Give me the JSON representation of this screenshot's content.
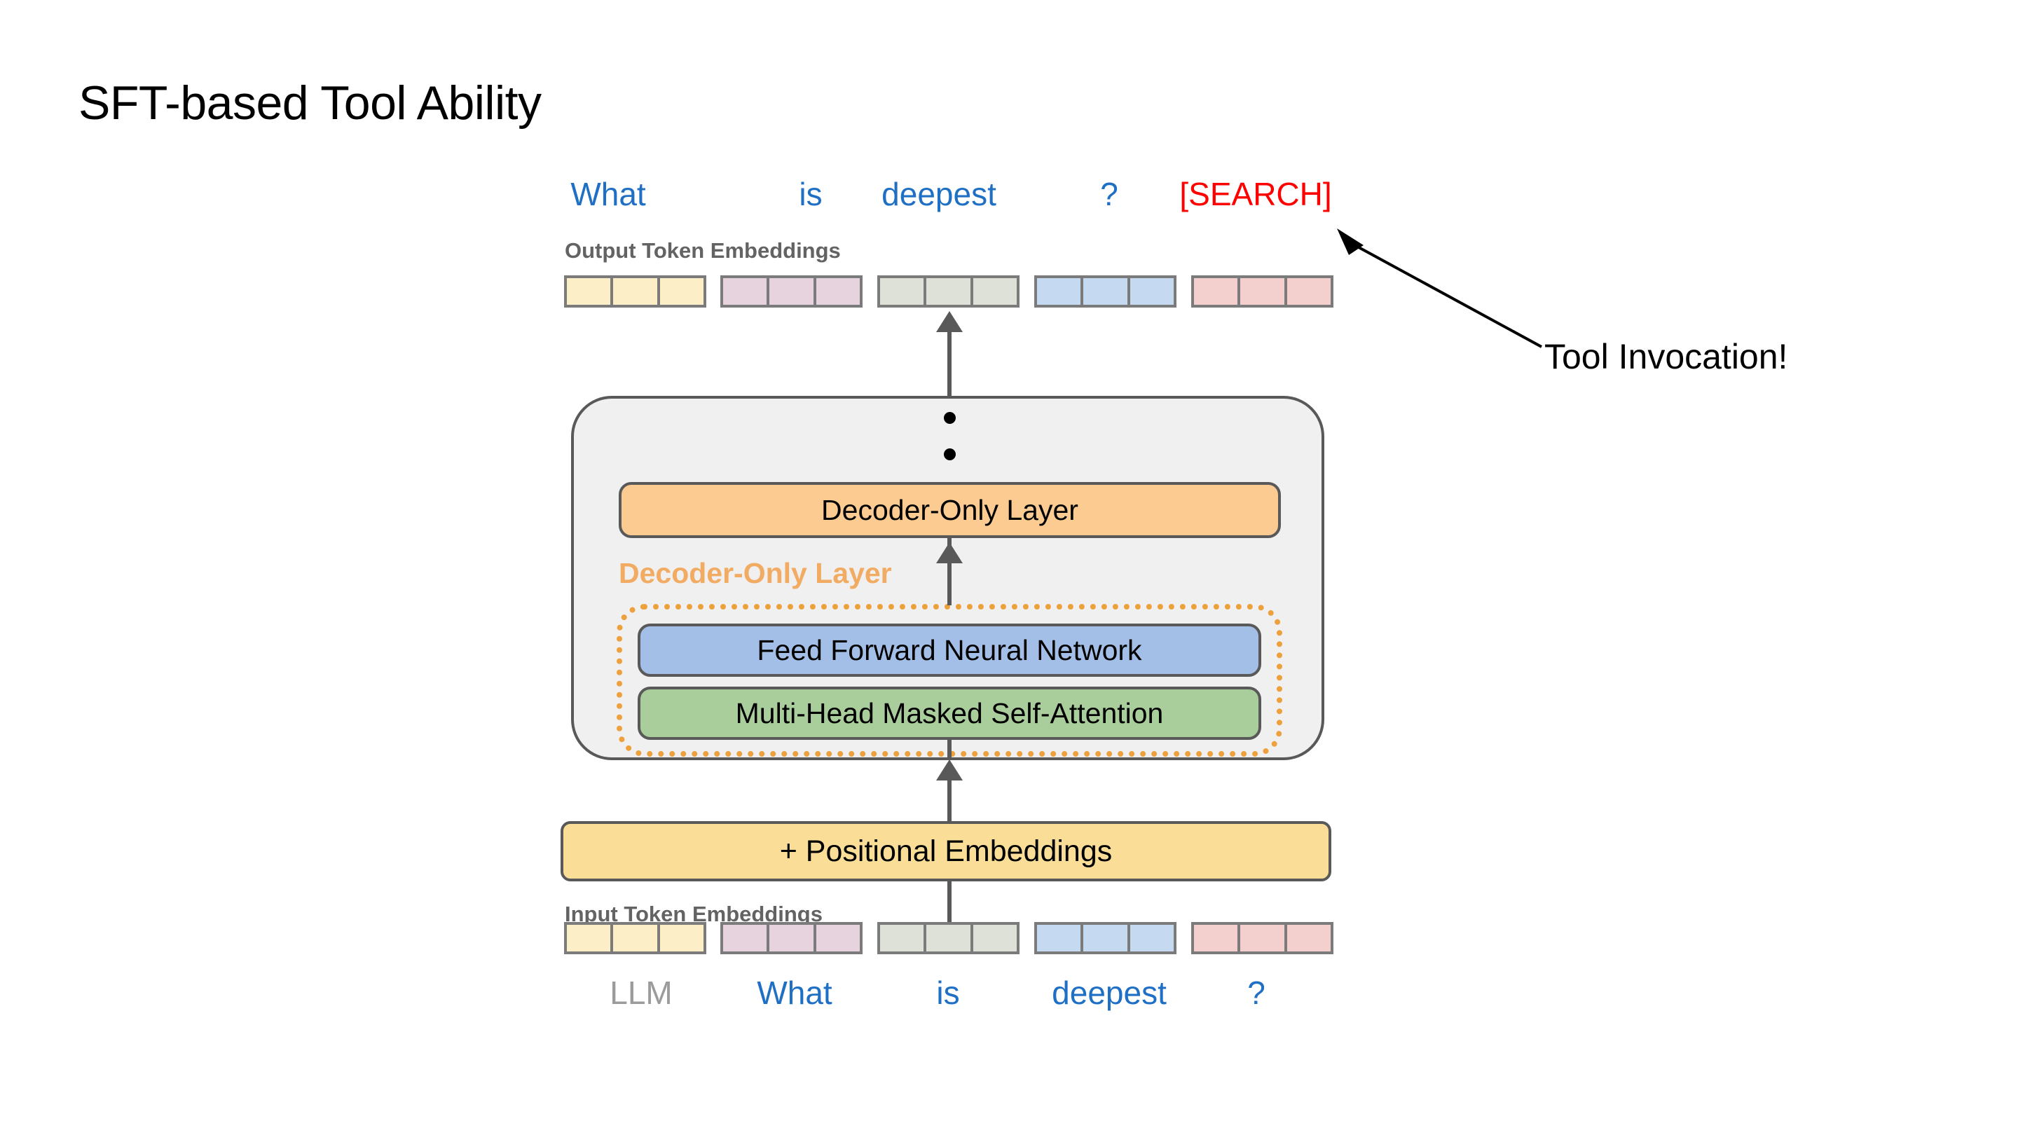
{
  "slide": {
    "title": "SFT-based Tool Ability",
    "background_color": "#ffffff"
  },
  "colors": {
    "token_blue": "#1f6fc4",
    "search_red": "#ff0000",
    "llm_gray": "#9b9b9b",
    "caption_gray": "#636363",
    "decoder_layer_orange": "#fbcb92",
    "ffnn_blue": "#a3bfe8",
    "attention_green": "#a9ce9b",
    "positional_yellow": "#fade97",
    "dotted_orange": "#eda13d",
    "dotted_label_orange": "#f2ab63",
    "container_gray": "#f0f0f0",
    "border_gray": "#595959",
    "cell_border_gray": "#7b7b7b"
  },
  "output_row": {
    "caption": "Output Token Embeddings",
    "tokens": [
      {
        "label": "What",
        "color": "#1f6fc4",
        "cell_color": "#fcefc7"
      },
      {
        "label": "is",
        "color": "#1f6fc4",
        "cell_color": "#e6d3de"
      },
      {
        "label": "deepest",
        "color": "#1f6fc4",
        "cell_color": "#dde1d7"
      },
      {
        "label": "?",
        "color": "#1f6fc4",
        "cell_color": "#c5d9f1"
      },
      {
        "label": "[SEARCH]",
        "color": "#ff0000",
        "cell_color": "#f3d0cd"
      }
    ],
    "cells_per_token": 3
  },
  "input_row": {
    "caption": "Input Token Embeddings",
    "tokens": [
      {
        "label": "LLM",
        "color": "#9b9b9b",
        "cell_color": "#fcefc7"
      },
      {
        "label": "What",
        "color": "#1f6fc4",
        "cell_color": "#e6d3de"
      },
      {
        "label": "is",
        "color": "#1f6fc4",
        "cell_color": "#dde1d7"
      },
      {
        "label": "deepest",
        "color": "#1f6fc4",
        "cell_color": "#c5d9f1"
      },
      {
        "label": "?",
        "color": "#1f6fc4",
        "cell_color": "#f3d0cd"
      }
    ],
    "cells_per_token": 3
  },
  "decoder": {
    "top_layer_label": "Decoder-Only Layer",
    "group_label": "Decoder-Only Layer",
    "ffnn_label": "Feed Forward Neural Network",
    "attention_label": "Multi-Head Masked Self-Attention",
    "ellipsis_dots": 3
  },
  "positional": {
    "label": "+ Positional Embeddings"
  },
  "annotation": {
    "label": "Tool Invocation!",
    "points_to": "[SEARCH]"
  }
}
